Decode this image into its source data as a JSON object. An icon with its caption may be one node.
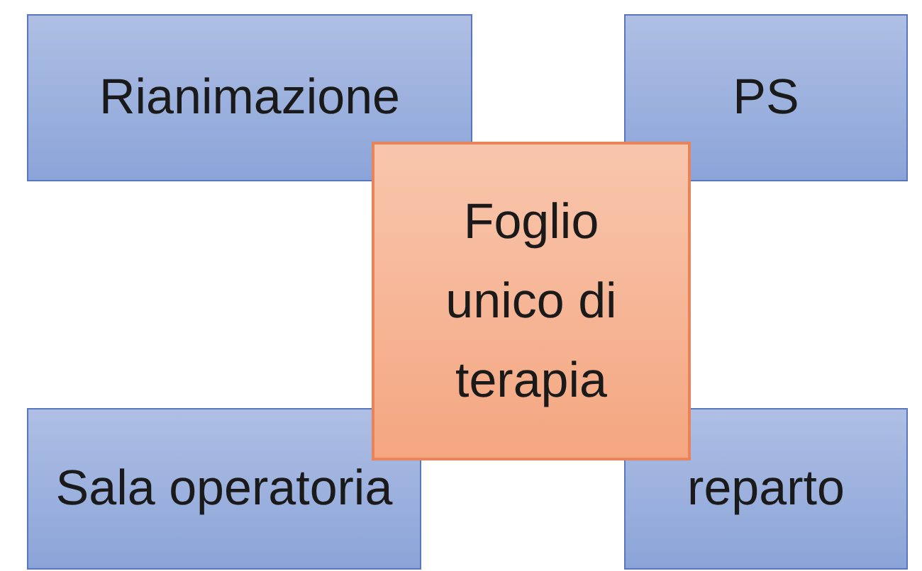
{
  "diagram": {
    "nodes": [
      {
        "text": [
          "Rianimazione"
        ]
      },
      {
        "text": [
          "PS"
        ]
      },
      {
        "text": [
          "Sala operatoria"
        ]
      },
      {
        "text": [
          "reparto"
        ]
      },
      {
        "text": [
          "Foglio unico di terapia"
        ]
      }
    ]
  }
}
